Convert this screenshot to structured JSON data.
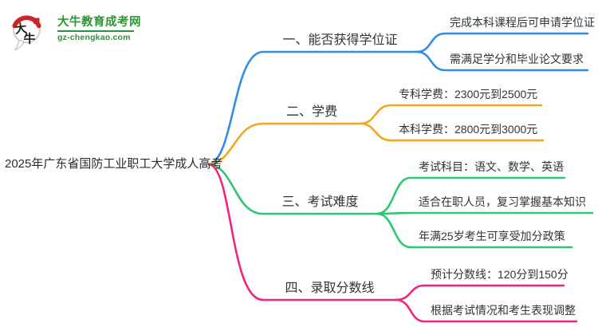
{
  "logo": {
    "site_name": "大牛教育成考网",
    "site_url": "gz-chengkao.com",
    "icon_chars": [
      "大",
      "牛"
    ],
    "brand_green": "#2E9434",
    "brand_red": "#C8262B"
  },
  "root": {
    "label": "2025年广东省国防工业职工大学成人高考"
  },
  "branches": [
    {
      "label": "一、能否获得学位证",
      "color": "#2F8DE4",
      "children": [
        "完成本科课程后可申请学位证",
        "需满足学分和毕业论文要求"
      ]
    },
    {
      "label": "二、学费",
      "color": "#F5A51D",
      "children": [
        "专科学费：2300元到2500元",
        "本科学费：2800元到3000元"
      ]
    },
    {
      "label": "三、考试难度",
      "color": "#2DC76D",
      "children": [
        "考试科目：语文、数学、英语",
        "适合在职人员，复习掌握基本知识",
        "年满25岁考生可享受加分政策"
      ]
    },
    {
      "label": "四、录取分数线",
      "color": "#F2247C",
      "children": [
        "预计分数线：120分到150分",
        "根据考试情况和考生表现调整"
      ]
    }
  ]
}
